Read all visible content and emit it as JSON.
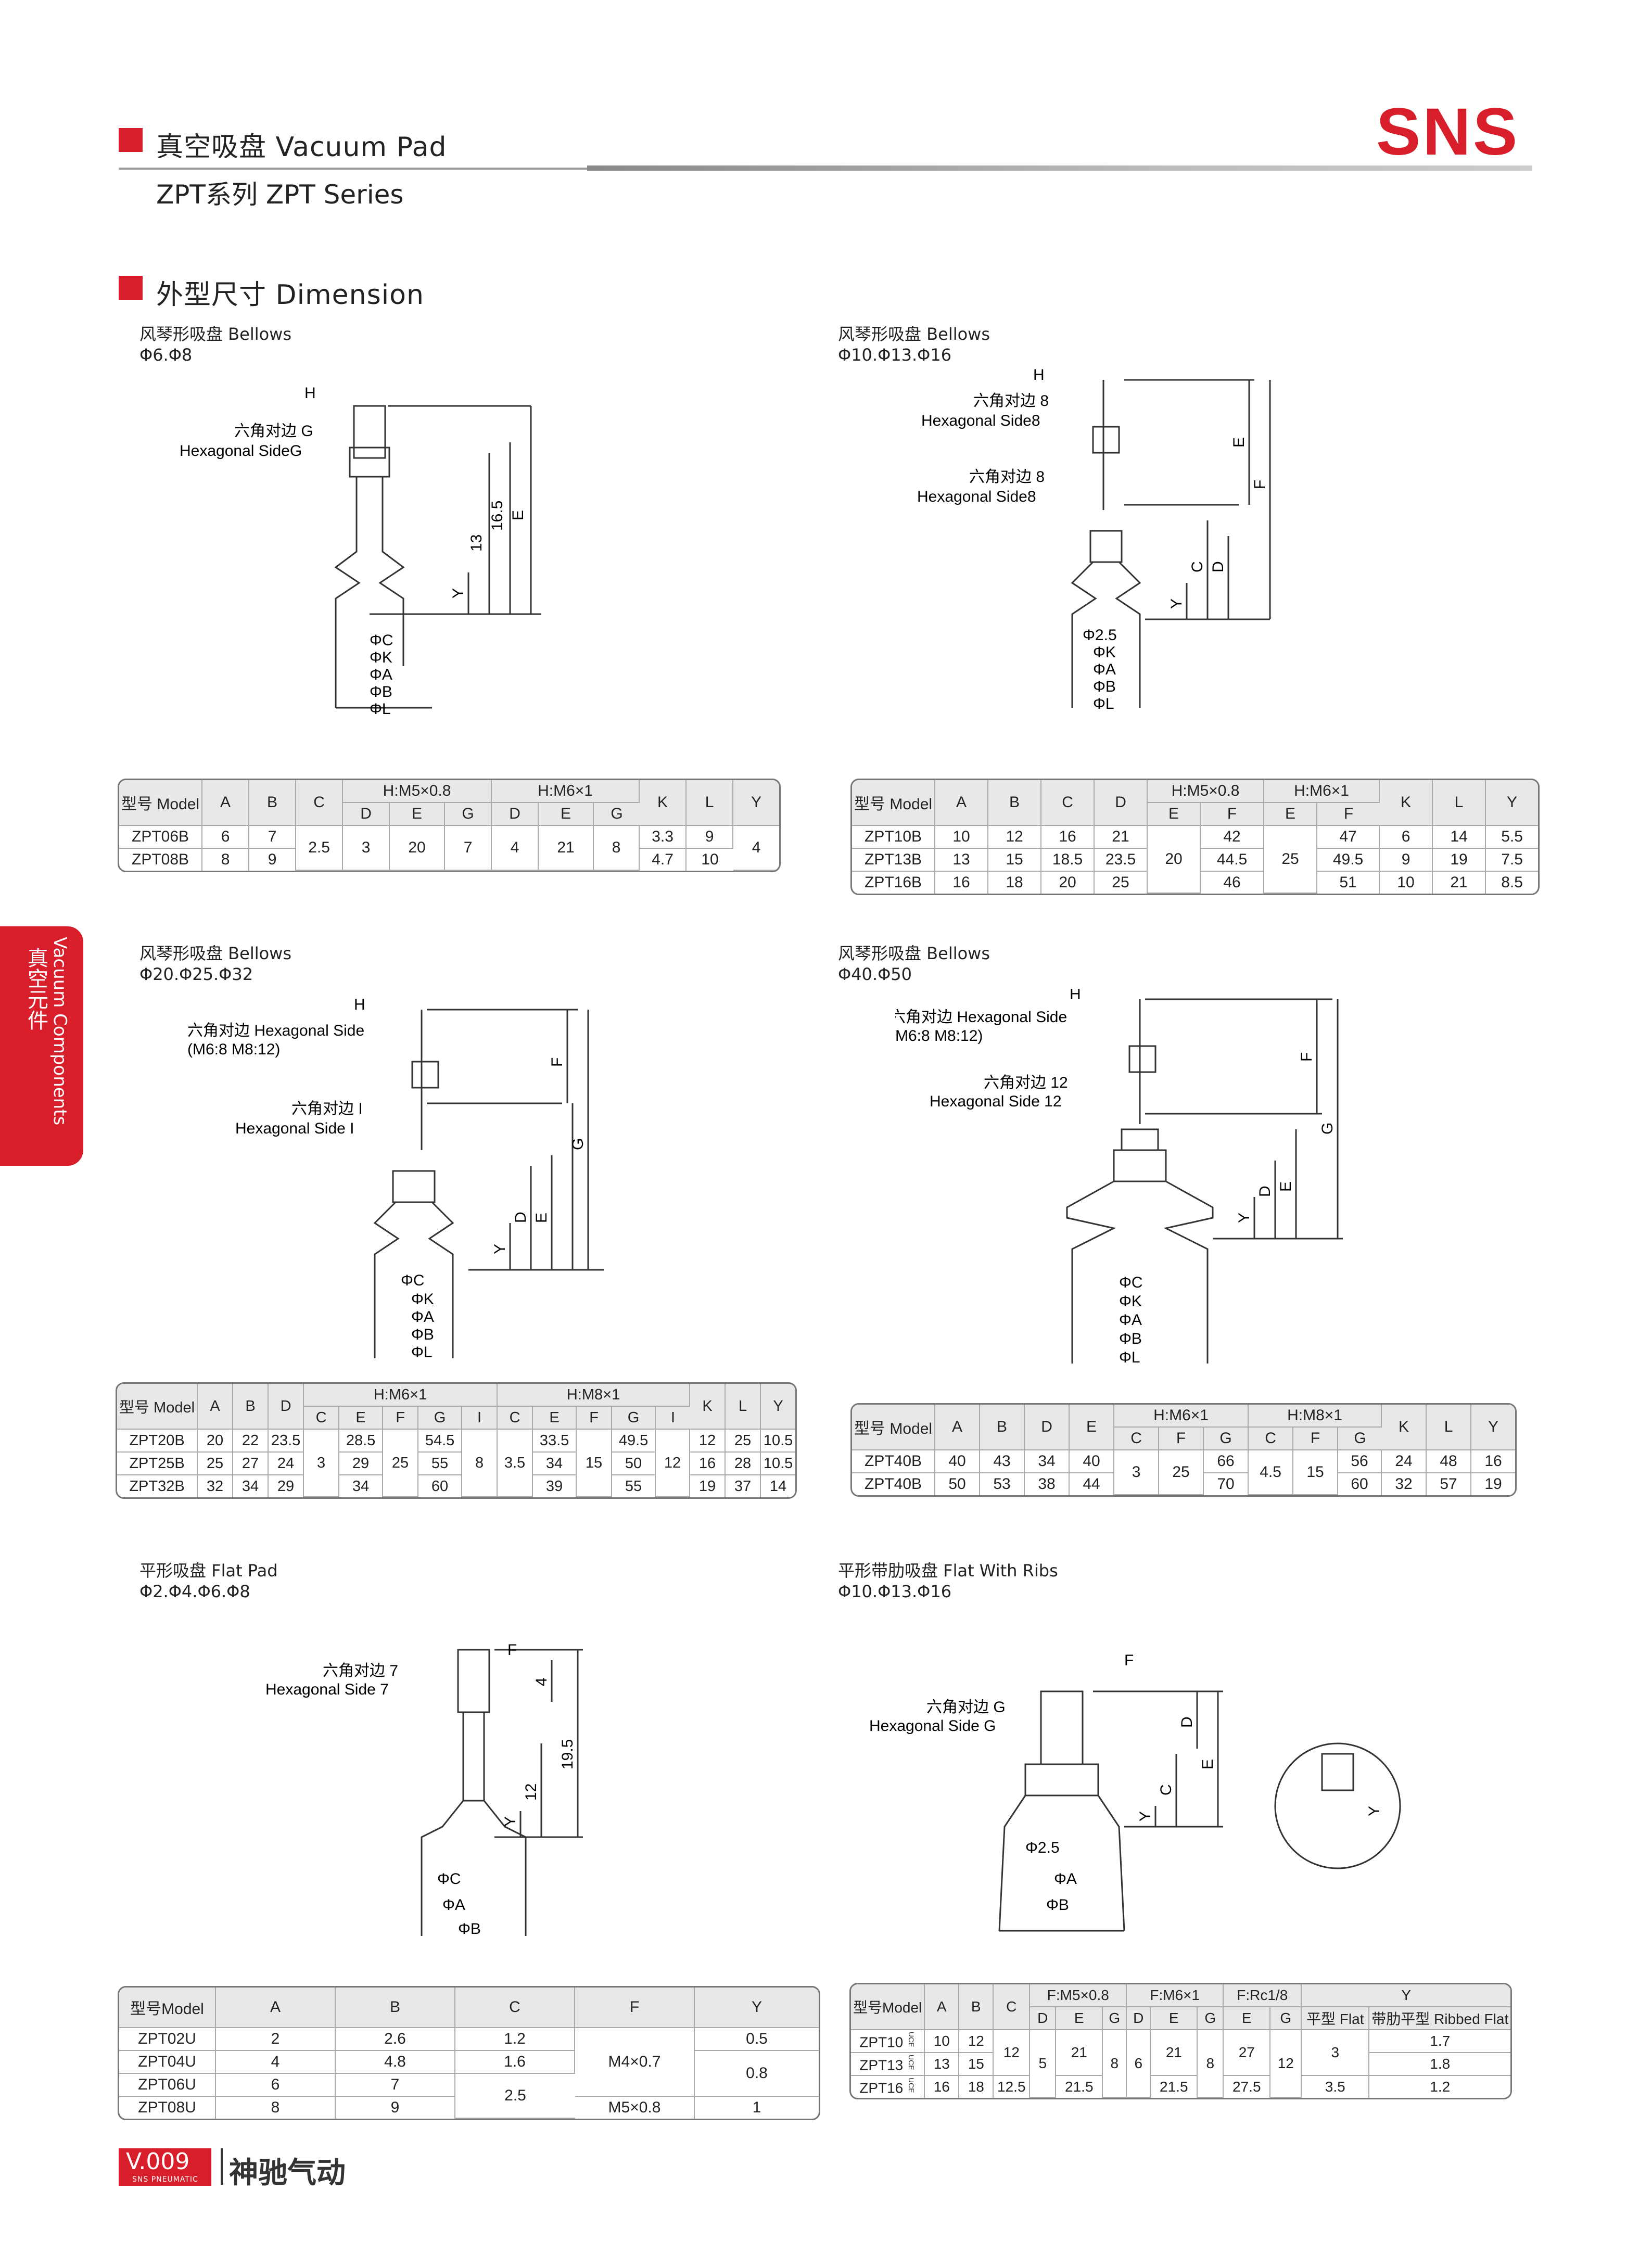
{
  "header": {
    "title": "真空吸盘 Vacuum Pad",
    "subtitle": "ZPT系列 ZPT Series",
    "brand": "SNS"
  },
  "section": {
    "title": "外型尺寸 Dimension"
  },
  "sidetab": {
    "cn": "真空元件",
    "en": "Vacuum Components"
  },
  "footer": {
    "page": "V.009",
    "tag": "SNS PNEUMATIC",
    "brand": "神驰气动"
  },
  "colors": {
    "accent": "#d81e2a",
    "rule": "#999999"
  },
  "blocks": {
    "b1": {
      "title": "风琴形吸盘 Bellows",
      "sizes": "Φ6.Φ8",
      "labels": {
        "h": "H",
        "hex_cn": "六角对边 G",
        "hex_en": "Hexagonal SideG",
        "d1": "16.5",
        "d2": "13",
        "e": "E",
        "y": "Y",
        "c": "ΦC",
        "k": "ΦK",
        "a": "ΦA",
        "b": "ΦB",
        "l": "ΦL"
      },
      "table": {
        "head1": [
          "型号 Model",
          "A",
          "B",
          "C",
          "H:M5×0.8",
          "H:M6×1",
          "K",
          "L",
          "Y"
        ],
        "head2": [
          "D",
          "E",
          "G",
          "D",
          "E",
          "G"
        ],
        "rows": [
          [
            "ZPT06B",
            "6",
            "7",
            "2.5",
            "3",
            "20",
            "7",
            "4",
            "21",
            "8",
            "3.3",
            "9",
            "4"
          ],
          [
            "ZPT08B",
            "8",
            "9",
            "",
            "",
            "",
            "",
            "",
            "",
            "",
            "4.7",
            "10",
            ""
          ]
        ]
      }
    },
    "b2": {
      "title": "风琴形吸盘 Bellows",
      "sizes": "Φ10.Φ13.Φ16",
      "labels": {
        "h": "H",
        "hex1_cn": "六角对边 8",
        "hex1_en": "Hexagonal Side8",
        "hex2_cn": "六角对边 8",
        "hex2_en": "Hexagonal Side8",
        "e": "E",
        "f": "F",
        "c": "C",
        "d": "D",
        "y": "Y",
        "p": "Φ2.5",
        "k": "ΦK",
        "a": "ΦA",
        "b": "ΦB",
        "l": "ΦL"
      },
      "table": {
        "head1": [
          "型号 Model",
          "A",
          "B",
          "C",
          "D",
          "H:M5×0.8",
          "H:M6×1",
          "K",
          "L",
          "Y"
        ],
        "head2": [
          "E",
          "F",
          "E",
          "F"
        ],
        "rows": [
          [
            "ZPT10B",
            "10",
            "12",
            "16",
            "21",
            "20",
            "42",
            "25",
            "47",
            "6",
            "14",
            "5.5"
          ],
          [
            "ZPT13B",
            "13",
            "15",
            "18.5",
            "23.5",
            "",
            "44.5",
            "",
            "49.5",
            "9",
            "19",
            "7.5"
          ],
          [
            "ZPT16B",
            "16",
            "18",
            "20",
            "25",
            "",
            "46",
            "",
            "51",
            "10",
            "21",
            "8.5"
          ]
        ]
      }
    },
    "b3": {
      "title": "风琴形吸盘 Bellows",
      "sizes": "Φ20.Φ25.Φ32",
      "labels": {
        "h": "H",
        "hex1_cn": "六角对边 Hexagonal Side",
        "hex1_en": "(M6:8 M8:12)",
        "hex2_cn": "六角对边 I",
        "hex2_en": "Hexagonal Side I",
        "f": "F",
        "g": "G",
        "d": "D",
        "e": "E",
        "y": "Y",
        "c": "ΦC",
        "k": "ΦK",
        "a": "ΦA",
        "b": "ΦB",
        "l": "ΦL"
      },
      "table": {
        "head1": [
          "型号 Model",
          "A",
          "B",
          "D",
          "H:M6×1",
          "H:M8×1",
          "K",
          "L",
          "Y"
        ],
        "head2": [
          "C",
          "E",
          "F",
          "G",
          "I",
          "C",
          "E",
          "F",
          "G",
          "I"
        ],
        "rows": [
          [
            "ZPT20B",
            "20",
            "22",
            "23.5",
            "3",
            "28.5",
            "25",
            "54.5",
            "8",
            "3.5",
            "33.5",
            "15",
            "49.5",
            "12",
            "12",
            "25",
            "10.5"
          ],
          [
            "ZPT25B",
            "25",
            "27",
            "24",
            "",
            "29",
            "",
            "55",
            "",
            "",
            "34",
            "",
            "50",
            "",
            "16",
            "28",
            "10.5"
          ],
          [
            "ZPT32B",
            "32",
            "34",
            "29",
            "",
            "34",
            "",
            "60",
            "",
            "",
            "39",
            "",
            "55",
            "",
            "19",
            "37",
            "14"
          ]
        ]
      }
    },
    "b4": {
      "title": "风琴形吸盘 Bellows",
      "sizes": "Φ40.Φ50",
      "labels": {
        "h": "H",
        "hex1_cn": "六角对边 Hexagonal Side",
        "hex1_en": "(M6:8 M8:12)",
        "hex2_cn": "六角对边 12",
        "hex2_en": "Hexagonal Side 12",
        "f": "F",
        "g": "G",
        "d": "D",
        "e": "E",
        "y": "Y",
        "c": "ΦC",
        "k": "ΦK",
        "a": "ΦA",
        "b": "ΦB",
        "l": "ΦL"
      },
      "table": {
        "head1": [
          "型号 Model",
          "A",
          "B",
          "D",
          "E",
          "H:M6×1",
          "H:M8×1",
          "K",
          "L",
          "Y"
        ],
        "head2": [
          "C",
          "F",
          "G",
          "C",
          "F",
          "G"
        ],
        "rows": [
          [
            "ZPT40B",
            "40",
            "43",
            "34",
            "40",
            "3",
            "25",
            "66",
            "4.5",
            "15",
            "56",
            "24",
            "48",
            "16"
          ],
          [
            "ZPT40B",
            "50",
            "53",
            "38",
            "44",
            "",
            "",
            "70",
            "",
            "",
            "60",
            "32",
            "57",
            "19"
          ]
        ]
      }
    },
    "b5": {
      "title": "平形吸盘 Flat Pad",
      "sizes": "Φ2.Φ4.Φ6.Φ8",
      "labels": {
        "hex_cn": "六角对边 7",
        "hex_en": "Hexagonal Side 7",
        "f": "F",
        "d1": "4",
        "d2": "19.5",
        "d3": "12",
        "y": "Y",
        "c": "ΦC",
        "a": "ΦA",
        "b": "ΦB"
      },
      "table": {
        "head1": [
          "型号Model",
          "A",
          "B",
          "C",
          "F",
          "Y"
        ],
        "rows": [
          [
            "ZPT02U",
            "2",
            "2.6",
            "1.2",
            "M4×0.7",
            "0.5"
          ],
          [
            "ZPT04U",
            "4",
            "4.8",
            "1.6",
            "",
            "0.8"
          ],
          [
            "ZPT06U",
            "6",
            "7",
            "2.5",
            "",
            ""
          ],
          [
            "ZPT08U",
            "8",
            "9",
            "",
            "M5×0.8",
            "1"
          ]
        ]
      }
    },
    "b6": {
      "title": "平形带肋吸盘 Flat With Ribs",
      "sizes": "Φ10.Φ13.Φ16",
      "labels": {
        "hex_cn": "六角对边 G",
        "hex_en": "Hexagonal Side G",
        "f": "F",
        "d": "D",
        "e": "E",
        "c": "C",
        "y": "Y",
        "p": "Φ2.5",
        "a": "ΦA",
        "b": "ΦB"
      },
      "table": {
        "head1": [
          "型号Model",
          "A",
          "B",
          "C",
          "F:M5×0.8",
          "F:M6×1",
          "F:Rc1/8",
          "Y"
        ],
        "head2": [
          "D",
          "E",
          "G",
          "D",
          "E",
          "G",
          "E",
          "G",
          "平型 Flat",
          "带肋平型 Ribbed Flat"
        ],
        "rows": [
          [
            "ZPT10",
            "10",
            "12",
            "12",
            "5",
            "21",
            "8",
            "6",
            "21",
            "8",
            "27",
            "12",
            "3",
            "1.7"
          ],
          [
            "ZPT13",
            "13",
            "15",
            "",
            "",
            "",
            "",
            "",
            "",
            "",
            "",
            "",
            "",
            "1.8"
          ],
          [
            "ZPT16",
            "16",
            "18",
            "12.5",
            "",
            "21.5",
            "",
            "",
            "21.5",
            "",
            "27.5",
            "",
            "3.5",
            "1.2"
          ]
        ],
        "side_marks": [
          "UCE",
          "UCE",
          "UCE"
        ]
      }
    }
  }
}
